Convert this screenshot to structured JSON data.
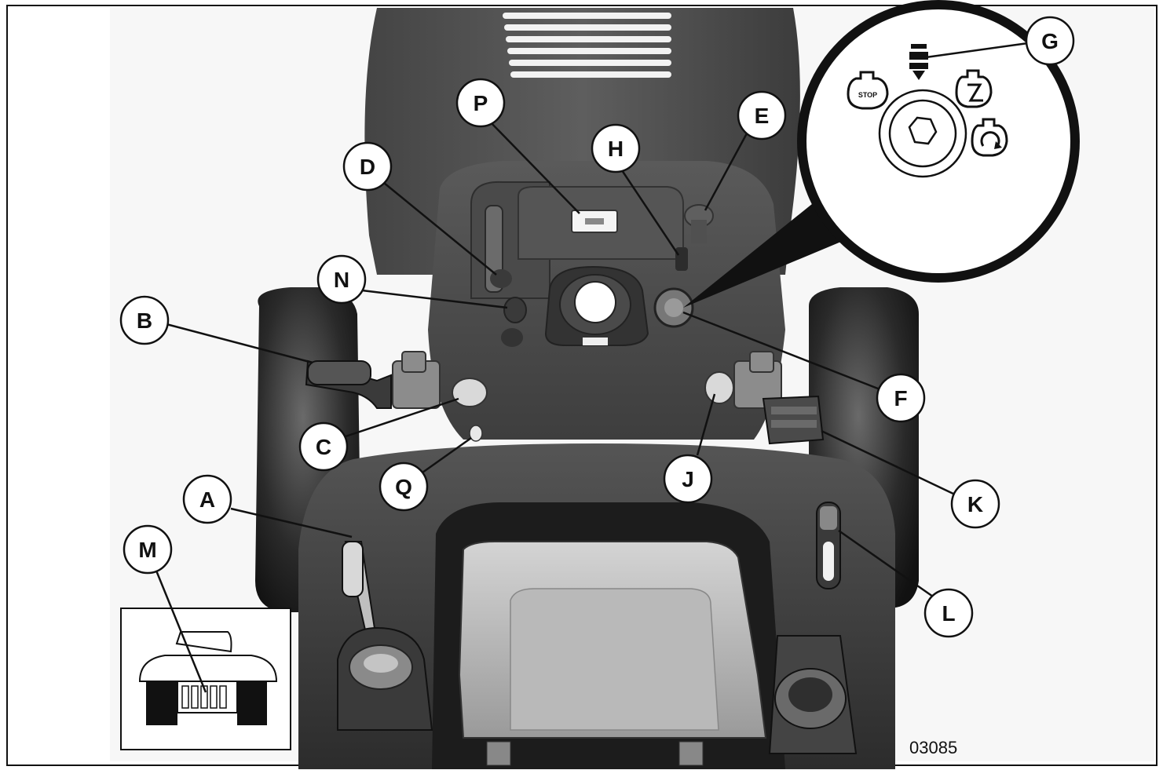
{
  "figure": {
    "number": "03085"
  },
  "callouts": {
    "A": "A",
    "B": "B",
    "C": "C",
    "D": "D",
    "E": "E",
    "F": "F",
    "G": "G",
    "H": "H",
    "J": "J",
    "K": "K",
    "L": "L",
    "M": "M",
    "N": "N",
    "P": "P",
    "Q": "Q"
  },
  "ignition_inset": {
    "stop_label": "STOP"
  },
  "colors": {
    "body_dark": "#3a3a3a",
    "body_mid": "#5a5a5a",
    "body_light": "#8a8a8a",
    "callout_fill": "#ffffff",
    "line": "#111111"
  },
  "icons": [
    "steering-wheel-hub",
    "ignition-key-switch",
    "rear-view-inset"
  ]
}
